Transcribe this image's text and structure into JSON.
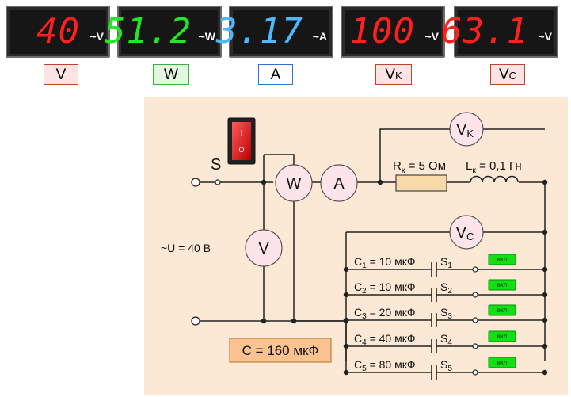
{
  "meters": [
    {
      "value": "40",
      "unit": "~V",
      "color": "#ff1f1f",
      "tag": "V",
      "tag_bg": "#fde4e4",
      "tag_border": "#c0442c"
    },
    {
      "value": "51.2",
      "unit": "~W",
      "color": "#22e822",
      "tag": "W",
      "tag_bg": "#e3f6df",
      "tag_border": "#3bb03b"
    },
    {
      "value": "3.17",
      "unit": "~A",
      "color": "#4fb7ff",
      "tag": "A",
      "tag_bg": "#ffffff",
      "tag_border": "#2f6fd8"
    },
    {
      "value": "100",
      "unit": "~V",
      "color": "#ff1f1f",
      "tag": "VK",
      "tag_bg": "#fde4e4",
      "tag_border": "#c0442c"
    },
    {
      "value": "63.1",
      "unit": "~V",
      "color": "#ff1f1f",
      "tag": "VC",
      "tag_bg": "#fde4e4",
      "tag_border": "#c0442c"
    }
  ],
  "circuit": {
    "switch_label": "S",
    "source_label": "~U = 40 В",
    "r_label": "Rк = 5 Ом",
    "l_label": "Lк = 0,1 Гн",
    "meter_V": "V",
    "meter_W": "W",
    "meter_A": "A",
    "meter_VK": "VK",
    "meter_VC": "VC",
    "capacitors": [
      {
        "label": "C1 = 10 мкФ",
        "switch": "S1",
        "button": "вкл"
      },
      {
        "label": "C2 = 10 мкФ",
        "switch": "S2",
        "button": "вкл"
      },
      {
        "label": "C3 = 20 мкФ",
        "switch": "S3",
        "button": "вкл"
      },
      {
        "label": "C4 = 40 мкФ",
        "switch": "S4",
        "button": "вкл"
      },
      {
        "label": "C5 = 80 мкФ",
        "switch": "S5",
        "button": "вкл"
      }
    ],
    "total_c": "C = 160 мкФ",
    "power_switch_on": "I",
    "power_switch_off": "O"
  }
}
